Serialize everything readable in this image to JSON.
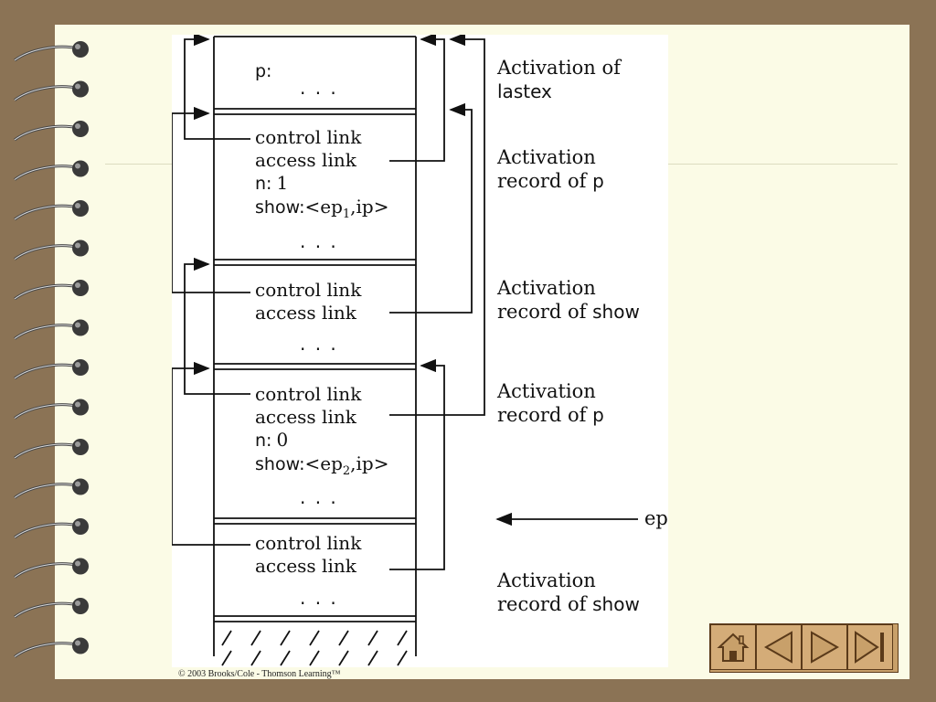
{
  "diagram": {
    "frame_top": {
      "var": "p:",
      "dots": "· · ·"
    },
    "frame_p1": {
      "control": "control link",
      "access": "access link",
      "n_label": "n:",
      "n_value": "1",
      "show_label": "show:",
      "show_value_pre": "<ep",
      "show_sub": "1",
      "show_value_post": ",ip>",
      "dots": "· · ·"
    },
    "frame_show1": {
      "control": "control link",
      "access": "access link",
      "dots": "· · ·"
    },
    "frame_p2": {
      "control": "control link",
      "access": "access link",
      "n_label": "n:",
      "n_value": "0",
      "show_label": "show:",
      "show_value_pre": "<ep",
      "show_sub": "2",
      "show_value_post": ",ip>",
      "dots": "· · ·"
    },
    "frame_show2": {
      "control": "control link",
      "access": "access link",
      "dots": "· · ·"
    },
    "labels": {
      "lastex_l1": "Activation of",
      "lastex_l2": "lastex",
      "p1_l1": "Activation",
      "p1_l2a": "record of ",
      "p1_l2b": "p",
      "show1_l1": "Activation",
      "show1_l2a": "record of ",
      "show1_l2b": "show",
      "p2_l1": "Activation",
      "p2_l2a": "record of ",
      "p2_l2b": "p",
      "ep": "ep",
      "show2_l1": "Activation",
      "show2_l2a": "record of ",
      "show2_l2b": "show"
    }
  },
  "copyright": "© 2003 Brooks/Cole - Thomson Learning™",
  "nav": {
    "home_icon": "home-icon",
    "prev_icon": "triangle-left-icon",
    "next_icon": "triangle-right-icon",
    "end_icon": "skip-end-icon"
  },
  "colors": {
    "background": "#8b7355",
    "page": "#fbfbe6",
    "nav_button": "#d4ac78"
  }
}
